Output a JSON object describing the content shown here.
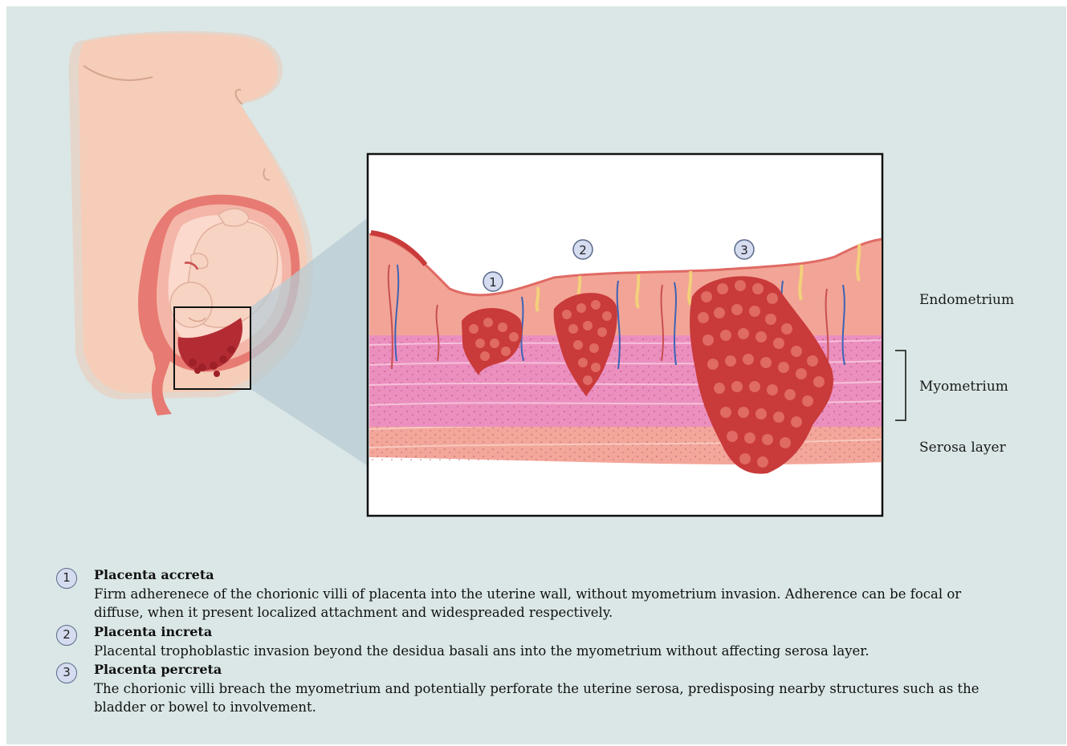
{
  "layers": {
    "endometrium": "Endometrium",
    "myometrium": "Myometrium",
    "serosa": "Serosa layer"
  },
  "markers": [
    "1",
    "2",
    "3"
  ],
  "legend": [
    {
      "num": "1",
      "title": "Placenta accreta",
      "desc": "Firm adherenece of the chorionic villi of placenta into the uterine wall, without myometrium invasion. Adherence can be focal or diffuse, when it present localized attachment and widespreaded respectively."
    },
    {
      "num": "2",
      "title": "Placenta increta",
      "desc": "Placental trophoblastic invasion beyond the desidua basali ans into the myometrium without affecting serosa layer."
    },
    {
      "num": "3",
      "title": "Placenta percreta",
      "desc": "The chorionic villi breach the myometrium and potentially perforate the uterine serosa, predisposing nearby structures such as the bladder or bowel to involvement."
    }
  ],
  "colors": {
    "background": "#dae7e6",
    "skin": "#f5cdb8",
    "endometrium": "#f2a596",
    "myometrium": "#eb8fbf",
    "serosa": "#f3a69a",
    "placenta": "#c93a3a",
    "marker_fill": "#d6dcf0",
    "marker_stroke": "#5a6a8a"
  }
}
